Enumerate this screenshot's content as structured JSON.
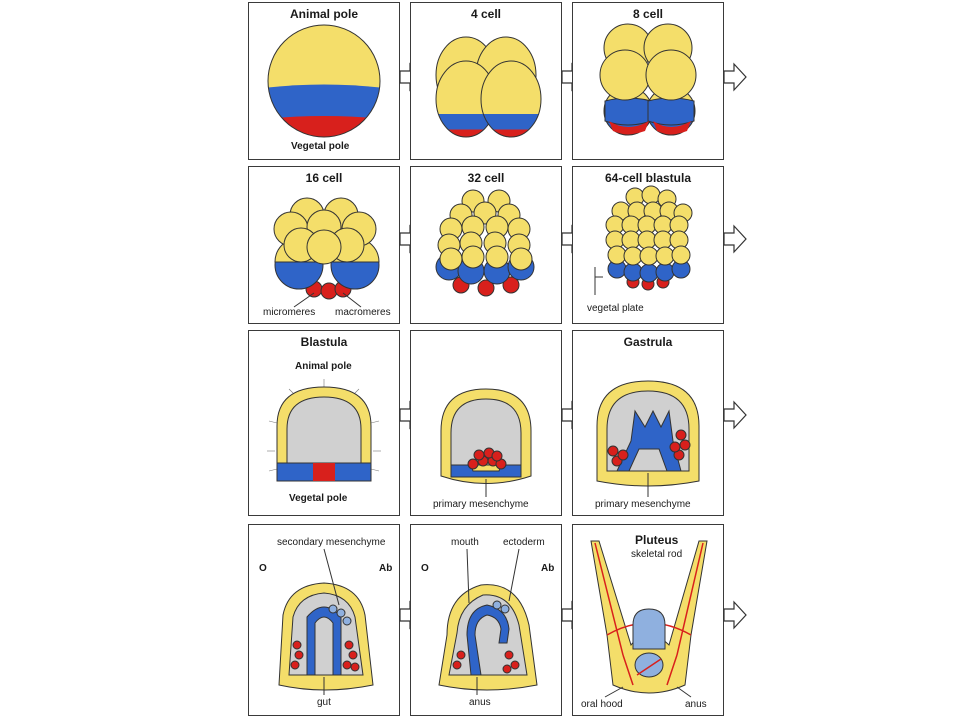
{
  "colors": {
    "yellow": "#f4de6a",
    "blue": "#2f64c8",
    "red": "#d8201c",
    "gray": "#d0d0d0",
    "lightblue": "#8fb0df",
    "outline": "#333333"
  },
  "row1": {
    "p1": {
      "title": "Animal pole",
      "bottom": "Vegetal pole"
    },
    "p2": {
      "title": "4 cell"
    },
    "p3": {
      "title": "8 cell"
    }
  },
  "row2": {
    "p1": {
      "title": "16 cell",
      "left_label": "micromeres",
      "right_label": "macromeres"
    },
    "p2": {
      "title": "32 cell"
    },
    "p3": {
      "title": "64-cell blastula",
      "label": "vegetal plate"
    }
  },
  "row3": {
    "p1": {
      "title": "Blastula",
      "top_label": "Animal pole",
      "bottom_label": "Vegetal pole"
    },
    "p2": {
      "label": "primary mesenchyme"
    },
    "p3": {
      "title": "Gastrula",
      "label": "primary mesenchyme"
    }
  },
  "row4": {
    "p1": {
      "label_top": "secondary mesenchyme",
      "left_letter": "O",
      "right_letter": "Ab",
      "bottom_label": "gut"
    },
    "p2": {
      "label_mouth": "mouth",
      "label_ectoderm": "ectoderm",
      "left_letter": "O",
      "right_letter": "Ab",
      "bottom_label": "anus"
    },
    "p3": {
      "title": "Pluteus",
      "label_rod": "skeletal rod",
      "label_oral": "oral hood",
      "label_anus": "anus"
    }
  }
}
